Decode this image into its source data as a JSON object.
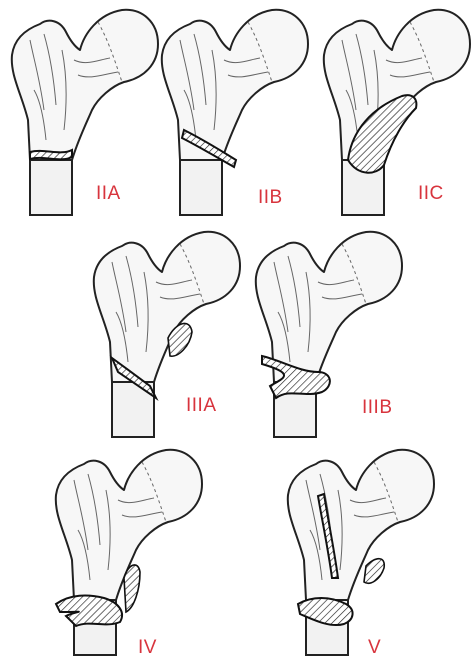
{
  "colors": {
    "label": "#d8343d",
    "outline": "#222222",
    "bone": "#f7f7f7"
  },
  "figures": [
    {
      "id": "IIA",
      "label": "IIA"
    },
    {
      "id": "IIB",
      "label": "IIB"
    },
    {
      "id": "IIC",
      "label": "IIC"
    },
    {
      "id": "IIIA",
      "label": "IIIA"
    },
    {
      "id": "IIIB",
      "label": "IIIB"
    },
    {
      "id": "IV",
      "label": "IV"
    },
    {
      "id": "V",
      "label": "V"
    }
  ]
}
